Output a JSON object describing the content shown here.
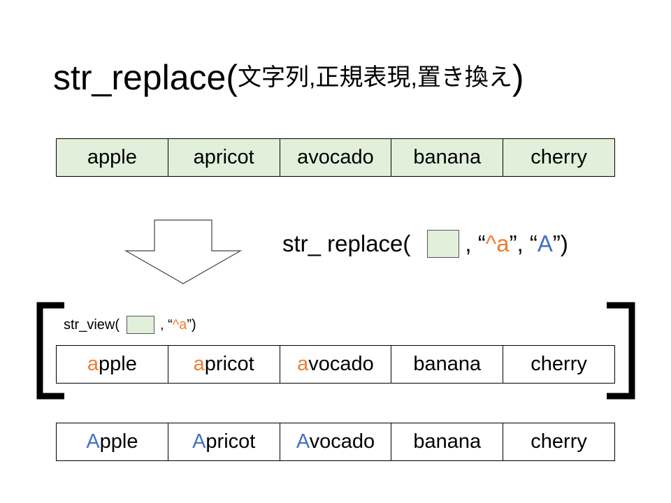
{
  "title": {
    "func": "str_replace(",
    "arg1": "文字列",
    "sep1": ", ",
    "arg2": "正規表現",
    "sep2": ",",
    "arg3": "置き換え",
    "close": ")"
  },
  "original": [
    "apple",
    "apricot",
    "avocado",
    "banana",
    "cherry"
  ],
  "replace_expr": {
    "func": "str_ replace(",
    "sep1": ", “",
    "pattern": "^a",
    "sep2": "”, “",
    "replacement": "A",
    "close": "”)"
  },
  "view_expr": {
    "func": "str_view(",
    "sep1": ", “",
    "pattern": "^a",
    "close": "”)"
  },
  "matched": [
    {
      "match": "a",
      "rest": "pple"
    },
    {
      "match": "a",
      "rest": "pricot"
    },
    {
      "match": "a",
      "rest": "vocado"
    },
    {
      "match": "",
      "rest": "banana"
    },
    {
      "match": "",
      "rest": "cherry"
    }
  ],
  "result": [
    {
      "match": "A",
      "rest": "pple"
    },
    {
      "match": "A",
      "rest": "pricot"
    },
    {
      "match": "A",
      "rest": "vocado"
    },
    {
      "match": "",
      "rest": "banana"
    },
    {
      "match": "",
      "rest": "cherry"
    }
  ],
  "colors": {
    "cell_fill": "#e2efda",
    "match_highlight": "#ed7d31",
    "replacement": "#4472c4"
  }
}
